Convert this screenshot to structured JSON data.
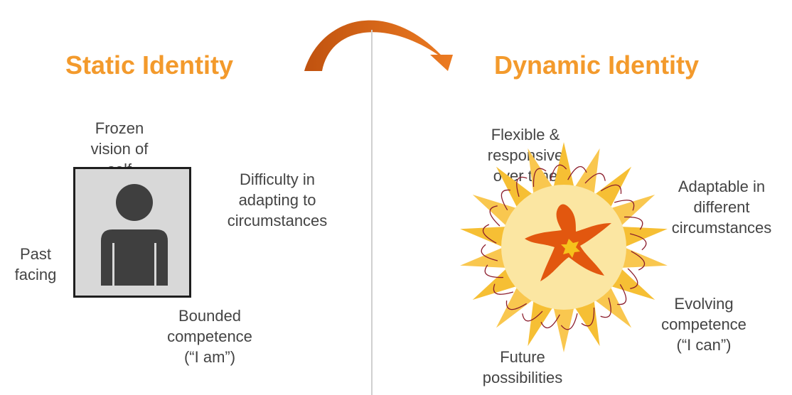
{
  "left": {
    "title": "Static Identity",
    "labels": {
      "frozen": "Frozen\nvision of\nself",
      "difficulty": "Difficulty in\nadapting to\ncircumstances",
      "past": "Past\nfacing",
      "bounded": "Bounded\ncompetence\n(“I am”)"
    }
  },
  "right": {
    "title": "Dynamic Identity",
    "labels": {
      "flexible": "Flexible &\nresponsive\nover time",
      "adaptable": "Adaptable in\ndifferent\ncircumstances",
      "evolving": "Evolving\ncompetence\n(“I can”)",
      "future": "Future\npossibilities"
    }
  },
  "colors": {
    "title": "#f39a2c",
    "text": "#444444",
    "arrow_start": "#c65a12",
    "arrow_end": "#e87220",
    "sun_rays": "#f6bf34",
    "sun_disc": "#fbe6a2",
    "starfish": "#e2570f",
    "starfish_center": "#f6c21c",
    "squiggle": "#8b1d2c",
    "person": "#3f3f3f",
    "frame_fill": "#d8d8d8"
  },
  "icons": {
    "arrow": "curved-arrow-icon",
    "person": "person-icon",
    "sun": "sun-icon",
    "starfish": "starfish-icon"
  }
}
